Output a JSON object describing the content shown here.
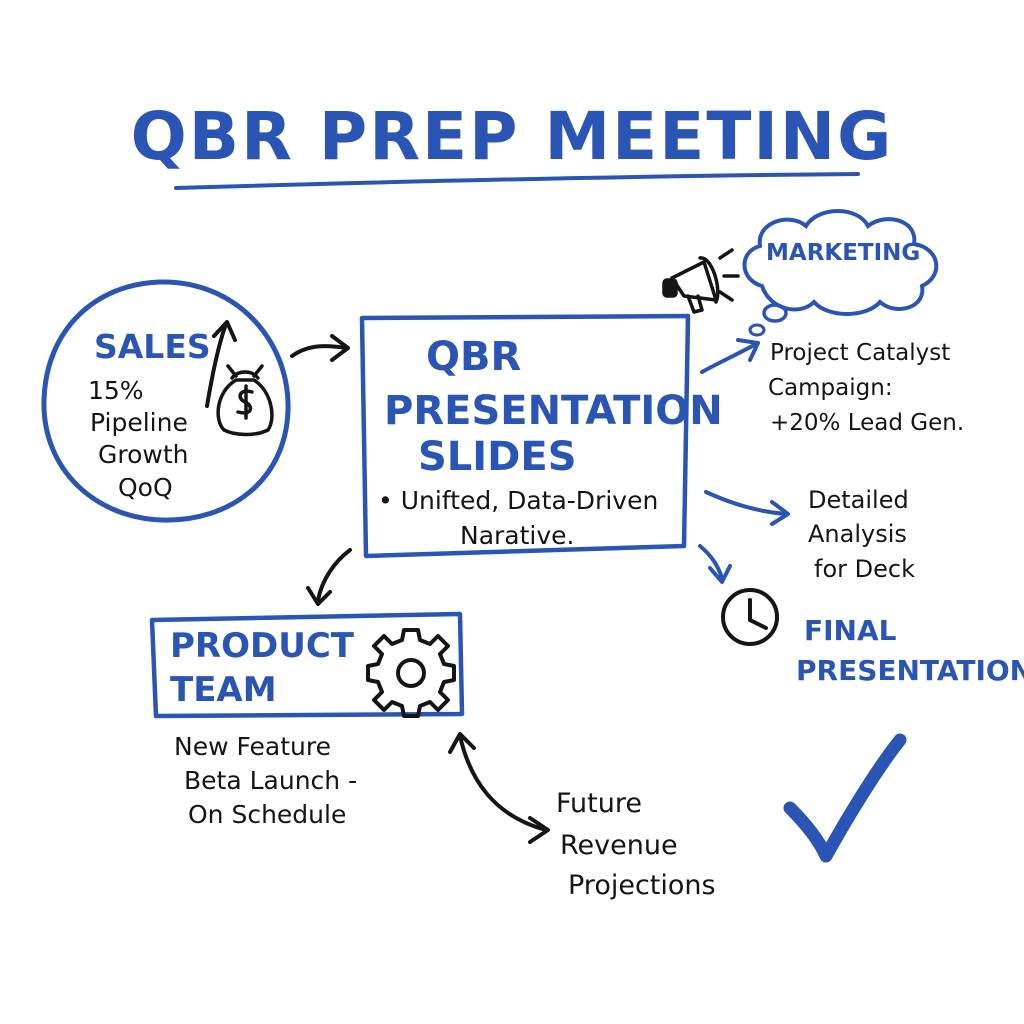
{
  "title": "QBR PREP MEETING",
  "nodes": {
    "sales": {
      "heading": "SALES",
      "lines": [
        "15%",
        "Pipeline",
        "Growth",
        "QoQ"
      ]
    },
    "presentation": {
      "heading_lines": [
        "QBR",
        "PRESENTATION",
        "SLIDES"
      ],
      "bullet_lines": [
        "• Unifted, Data-Driven",
        "Narative."
      ]
    },
    "marketing": {
      "heading": "MARKETING",
      "note_lines": [
        "Project Catalyst",
        "Campaign:",
        "+20% Lead Gen."
      ]
    },
    "analysis": {
      "lines": [
        "Detailed",
        "Analysis",
        "for Deck"
      ]
    },
    "final": {
      "lines": [
        "FINAL",
        "PRESENTATION"
      ]
    },
    "product": {
      "heading_lines": [
        "PRODUCT",
        "TEAM"
      ],
      "note_lines": [
        "New Feature",
        "Beta Launch -",
        "On Schedule"
      ]
    },
    "revenue": {
      "lines": [
        "Future",
        "Revenue",
        "Projections"
      ]
    }
  },
  "icons": [
    "money-bag-icon",
    "megaphone-icon",
    "clock-icon",
    "gear-icon",
    "checkmark-icon"
  ],
  "colors": {
    "blue_ink": "#2a55b5",
    "black_ink": "#151515"
  }
}
